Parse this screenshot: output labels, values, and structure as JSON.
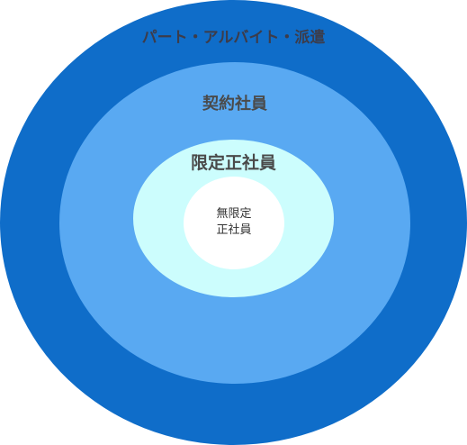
{
  "diagram": {
    "layers": [
      {
        "key": "outer",
        "label": "パート・アルバイト・派遣",
        "color": "#0f6dc9"
      },
      {
        "key": "contract",
        "label": "契約社員",
        "color": "#59a9f2"
      },
      {
        "key": "regular",
        "label": "限定正社員",
        "color": "#ccfdfd"
      },
      {
        "key": "core",
        "label_line1": "無限定",
        "label_line2": "正社員",
        "color": "#ffffff"
      }
    ]
  }
}
